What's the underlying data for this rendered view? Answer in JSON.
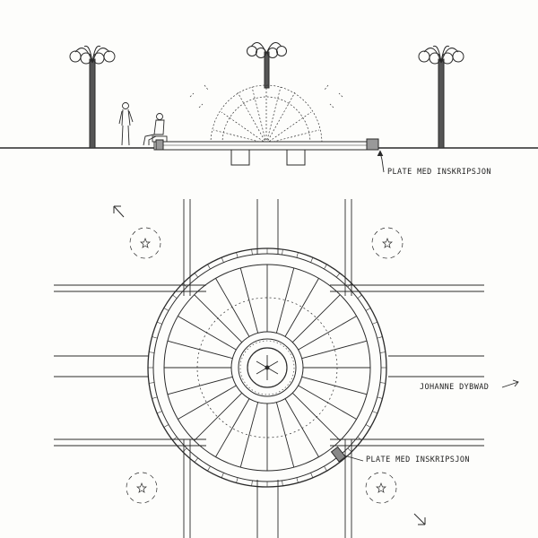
{
  "drawing": {
    "labels": {
      "plate_top": "PLATE MED INSKRIPSJON",
      "signature": "JOHANNE DYBWAD",
      "plate_bottom": "PLATE MED INSKRIPSJON"
    },
    "ink_color": "#2a2a2a",
    "paper_color": "#fdfdfb",
    "plan_spokes": 24
  }
}
